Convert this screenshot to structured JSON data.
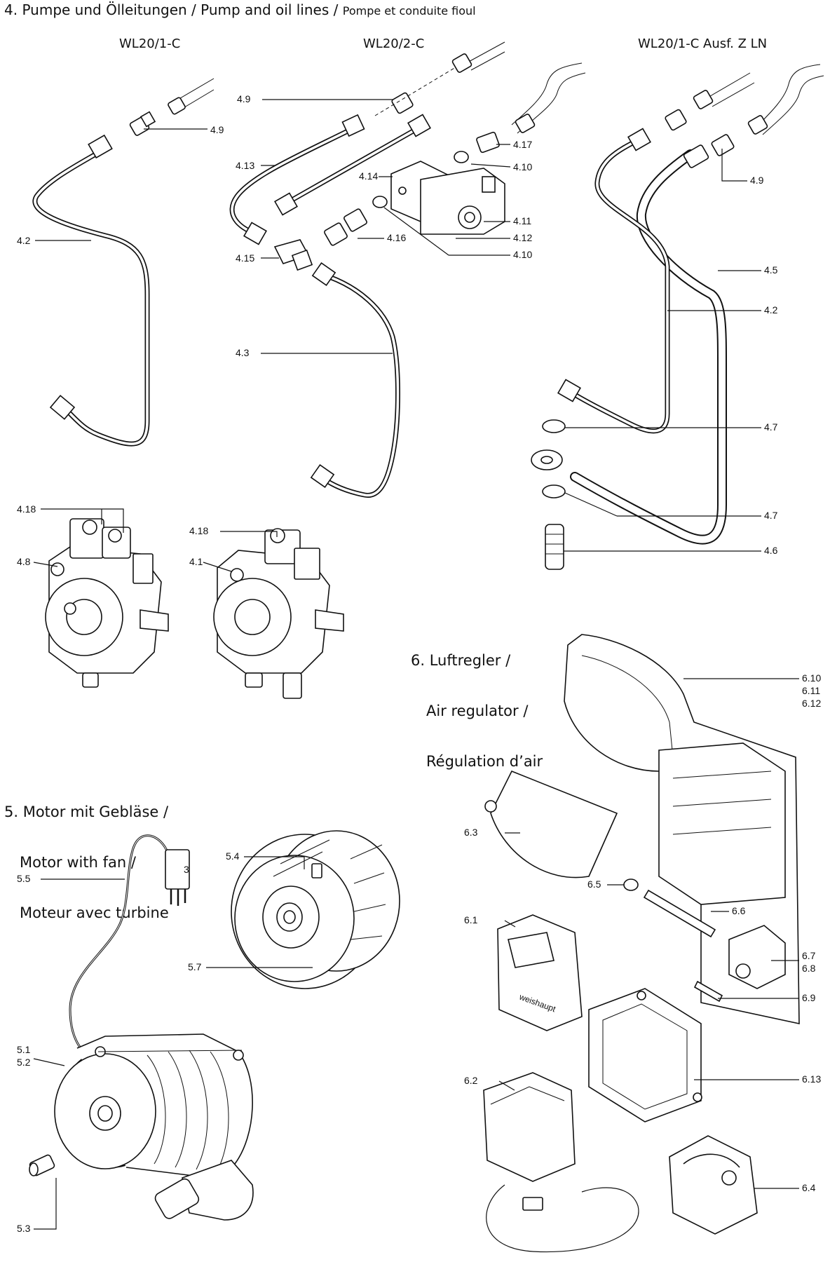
{
  "section4": {
    "number": "4.",
    "title_de": "Pumpe und Ölleitungen",
    "sep": "/",
    "title_en": "Pump and oil lines",
    "title_fr": "Pompe et conduite fioul"
  },
  "variants": [
    "WL20/1-C",
    "WL20/2-C",
    "WL20/1-C Ausf. Z LN"
  ],
  "section5": {
    "line1": "5. Motor mit Gebläse /",
    "line2": "Motor with fan /",
    "line3": "Moteur avec turbine"
  },
  "section6": {
    "line1": "6. Luftregler /",
    "line2": "Air regulator /",
    "line3": "Régulation d’air"
  },
  "brand_label": "weishaupt",
  "connector_digit": "3",
  "callouts": {
    "c4_9a": "4.9",
    "c4_2a": "4.2",
    "c4_18a": "4.18",
    "c4_8": "4.8",
    "c4_9b": "4.9",
    "c4_13": "4.13",
    "c4_14": "4.14",
    "c4_17": "4.17",
    "c4_10a": "4.10",
    "c4_11": "4.11",
    "c4_12": "4.12",
    "c4_16": "4.16",
    "c4_10b": "4.10",
    "c4_15": "4.15",
    "c4_3": "4.3",
    "c4_18b": "4.18",
    "c4_1": "4.1",
    "c4_9c": "4.9",
    "c4_5": "4.5",
    "c4_2b": "4.2",
    "c4_7a": "4.7",
    "c4_7b": "4.7",
    "c4_6": "4.6",
    "c6_10": "6.10",
    "c6_11": "6.11",
    "c6_12": "6.12",
    "c6_3": "6.3",
    "c6_5": "6.5",
    "c6_6": "6.6",
    "c6_1": "6.1",
    "c6_7": "6.7",
    "c6_8": "6.8",
    "c6_9": "6.9",
    "c6_2": "6.2",
    "c6_13": "6.13",
    "c6_4": "6.4",
    "c5_5": "5.5",
    "c5_4": "5.4",
    "c5_7": "5.7",
    "c5_1": "5.1",
    "c5_2": "5.2",
    "c5_3": "5.3"
  }
}
